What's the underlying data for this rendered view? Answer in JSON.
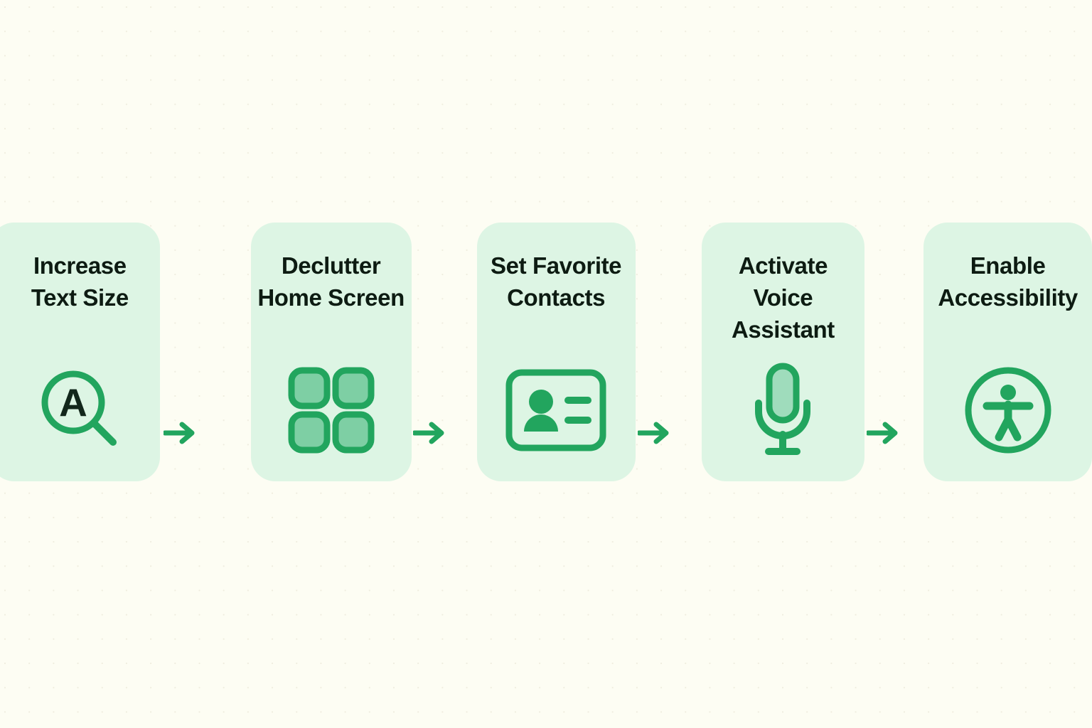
{
  "page": {
    "background_color": "#fdfdf3",
    "card_color": "#ddf5e4",
    "accent_color": "#22a55e",
    "icon_fill_color": "#7ecfa4",
    "text_color": "#0d1b12"
  },
  "flow": {
    "steps": [
      {
        "title": "Increase\nText Size",
        "icon": "magnifier-letter-a-icon"
      },
      {
        "title": "Declutter\nHome Screen",
        "icon": "grid-four-squares-icon"
      },
      {
        "title": "Set Favorite\nContacts",
        "icon": "contact-card-icon"
      },
      {
        "title": "Activate\nVoice\nAssistant",
        "icon": "microphone-icon"
      },
      {
        "title": "Enable\nAccessibility",
        "icon": "accessibility-person-icon"
      }
    ],
    "connectors": [
      {
        "icon": "arrow-right-icon"
      },
      {
        "icon": "arrow-right-icon"
      },
      {
        "icon": "arrow-right-icon"
      },
      {
        "icon": "arrow-right-icon"
      }
    ]
  }
}
